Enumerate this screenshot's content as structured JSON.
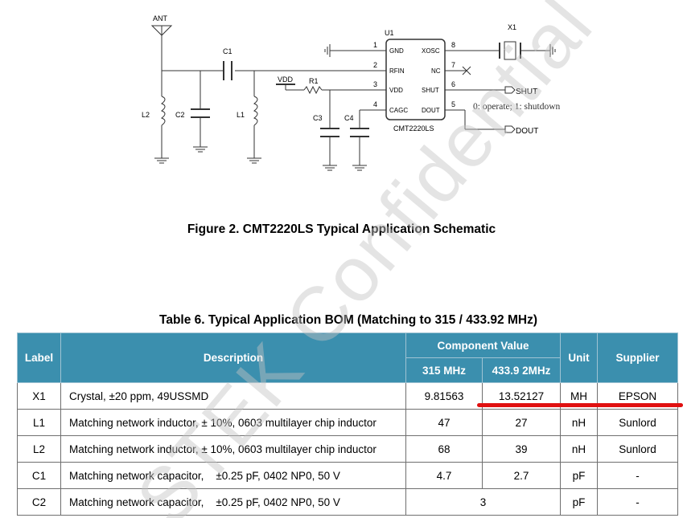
{
  "schematic": {
    "antenna_label": "ANT",
    "components": {
      "u1": "U1",
      "chip": "CMT2220LS",
      "c1": "C1",
      "c2": "C2",
      "c3": "C3",
      "c4": "C4",
      "l1": "L1",
      "l2": "L2",
      "r1": "R1",
      "x1": "X1",
      "vdd": "VDD"
    },
    "pins_left": [
      {
        "num": "1",
        "name": "GND"
      },
      {
        "num": "2",
        "name": "RFIN"
      },
      {
        "num": "3",
        "name": "VDD"
      },
      {
        "num": "4",
        "name": "CAGC"
      }
    ],
    "pins_right": [
      {
        "num": "8",
        "name": "XOSC"
      },
      {
        "num": "7",
        "name": "NC"
      },
      {
        "num": "6",
        "name": "SHUT"
      },
      {
        "num": "5",
        "name": "DOUT"
      }
    ],
    "shut_label": "SHUT",
    "dout_label": "DOUT",
    "note": "0: operate; 1: shutdown"
  },
  "figure_caption": "Figure 2. CMT2220LS Typical Application Schematic",
  "table_caption": "Table 6. Typical Application BOM (Matching to 315 / 433.92 MHz)",
  "bom": {
    "headers": {
      "label": "Label",
      "description": "Description",
      "component_value": "Component Value",
      "v315": "315 MHz",
      "v433": "433.9 2MHz",
      "unit": "Unit",
      "supplier": "Supplier"
    },
    "rows": [
      {
        "label": "X1",
        "description": "Crystal, ±20 ppm, 49USSMD",
        "v315": "9.81563",
        "v433": "13.52127",
        "unit": "MH",
        "supplier": "EPSON"
      },
      {
        "label": "L1",
        "description": "Matching network inductor, ± 10%, 0603 multilayer chip inductor",
        "v315": "47",
        "v433": "27",
        "unit": "nH",
        "supplier": "Sunlord"
      },
      {
        "label": "L2",
        "description": "Matching network inductor, ± 10%, 0603 multilayer chip inductor",
        "v315": "68",
        "v433": "39",
        "unit": "nH",
        "supplier": "Sunlord"
      },
      {
        "label": "C1",
        "description": "Matching network capacitor,    ±0.25 pF, 0402 NP0, 50 V",
        "v315": "4.7",
        "v433": "2.7",
        "unit": "pF",
        "supplier": "-"
      },
      {
        "label": "C2",
        "description": "Matching network capacitor,    ±0.25 pF, 0402 NP0, 50 V",
        "v_both": "3",
        "unit": "pF",
        "supplier": "-"
      }
    ]
  },
  "watermark": "STEK Confidential",
  "colors": {
    "header_bg": "#3b8fae",
    "highlight": "#e01010"
  }
}
